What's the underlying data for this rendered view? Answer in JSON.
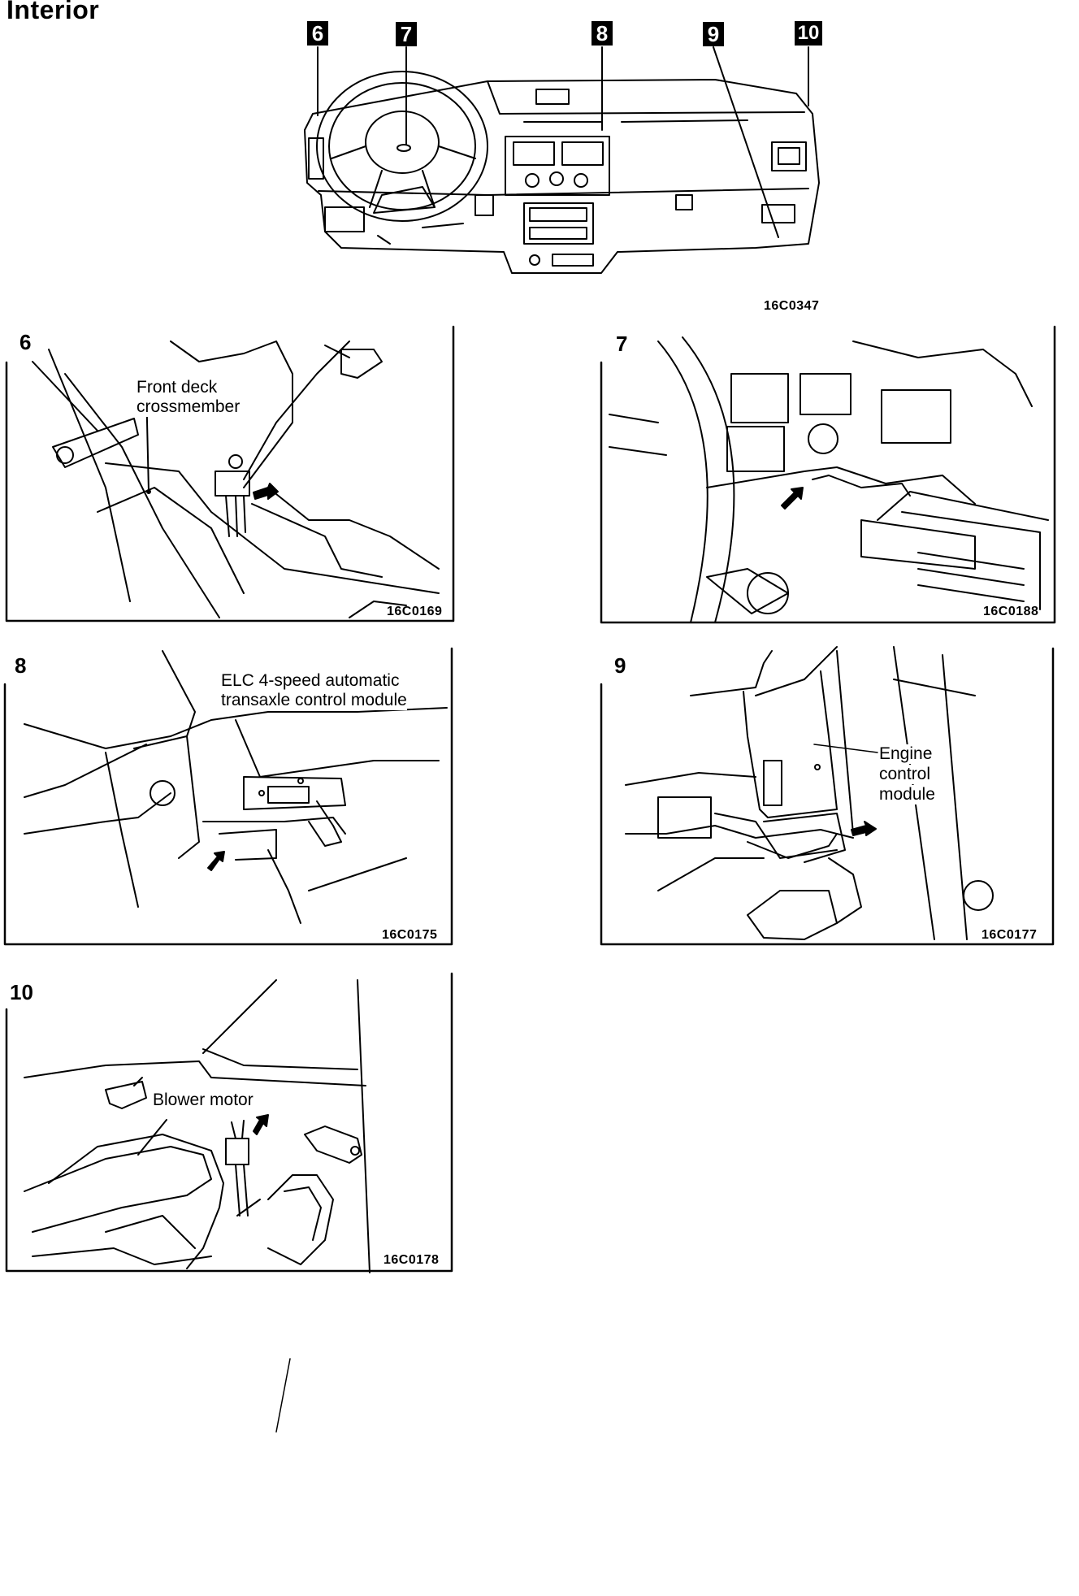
{
  "section": {
    "title": "Interior"
  },
  "overview": {
    "figure_code": "16C0347",
    "callouts": [
      "6",
      "7",
      "8",
      "9",
      "10"
    ]
  },
  "panels": [
    {
      "number": "6",
      "figure_code": "16C0169",
      "labels": [
        "Front deck",
        "crossmember"
      ]
    },
    {
      "number": "7",
      "figure_code": "16C0188",
      "labels": []
    },
    {
      "number": "8",
      "figure_code": "16C0175",
      "labels": [
        "ELC 4-speed automatic",
        "transaxle control module"
      ]
    },
    {
      "number": "9",
      "figure_code": "16C0177",
      "labels": [
        "Engine",
        "control",
        "module"
      ]
    },
    {
      "number": "10",
      "figure_code": "16C0178",
      "labels": [
        "Blower motor"
      ]
    }
  ]
}
